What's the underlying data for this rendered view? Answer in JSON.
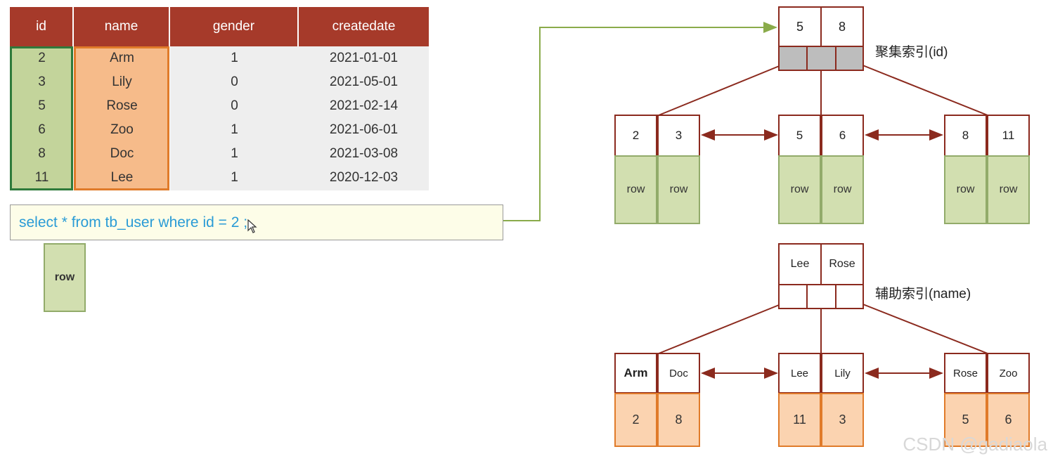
{
  "table": {
    "headers": [
      "id",
      "name",
      "gender",
      "createdate"
    ],
    "rows": [
      [
        "2",
        "Arm",
        "1",
        "2021-01-01"
      ],
      [
        "3",
        "Lily",
        "0",
        "2021-05-01"
      ],
      [
        "5",
        "Rose",
        "0",
        "2021-02-14"
      ],
      [
        "6",
        "Zoo",
        "1",
        "2021-06-01"
      ],
      [
        "8",
        "Doc",
        "1",
        "2021-03-08"
      ],
      [
        "11",
        "Lee",
        "1",
        "2020-12-03"
      ]
    ]
  },
  "query": "select * from tb_user where id = 2 ;",
  "result_row": "row",
  "clustered": {
    "label": "聚集索引(id)",
    "root": [
      "5",
      "8"
    ],
    "leaves": [
      {
        "keys": [
          "2",
          "3"
        ],
        "rows": [
          "row",
          "row"
        ]
      },
      {
        "keys": [
          "5",
          "6"
        ],
        "rows": [
          "row",
          "row"
        ]
      },
      {
        "keys": [
          "8",
          "11"
        ],
        "rows": [
          "row",
          "row"
        ]
      }
    ]
  },
  "secondary": {
    "label": "辅助索引(name)",
    "root": [
      "Lee",
      "Rose"
    ],
    "leaves": [
      {
        "keys": [
          "Arm",
          "Doc"
        ],
        "ids": [
          "2",
          "8"
        ]
      },
      {
        "keys": [
          "Lee",
          "Lily"
        ],
        "ids": [
          "11",
          "3"
        ]
      },
      {
        "keys": [
          "Rose",
          "Zoo"
        ],
        "ids": [
          "5",
          "6"
        ]
      }
    ]
  },
  "watermark": "CSDN @gadiaola",
  "colors": {
    "header": "#a63a2a",
    "node_border": "#8b2a1e",
    "arrow": "#8aab4a",
    "query_text": "#2a9bd6"
  }
}
